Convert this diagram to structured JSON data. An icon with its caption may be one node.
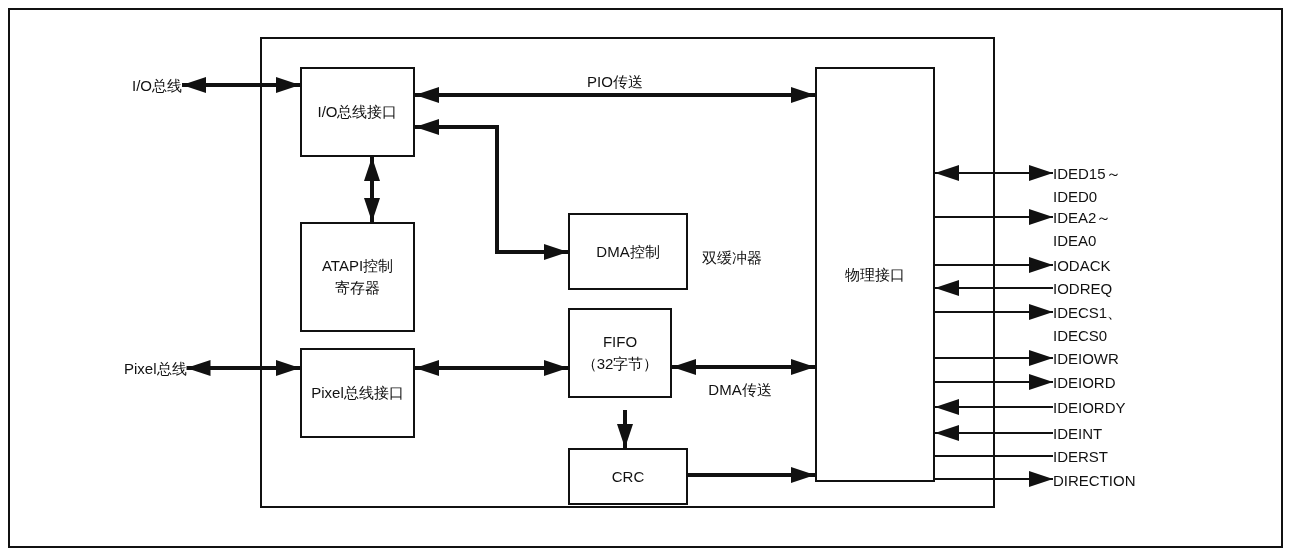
{
  "diagram": {
    "nodes": [
      {
        "text": [],
        "shape": "box"
      },
      {
        "text": [
          "I/O总线接口"
        ],
        "in": 0
      },
      {
        "text": [
          "物理接口"
        ],
        "in": 0
      },
      {
        "text": [
          "ATAPI控制寄存器"
        ],
        "in": 0
      },
      {
        "text": [
          "DMA控制"
        ],
        "in": 0
      },
      {
        "text": [
          "FIFO （32字节）"
        ],
        "in": 0
      },
      {
        "text": [
          "Pixel总线接口"
        ],
        "in": 0
      },
      {
        "text": [
          "CRC"
        ],
        "in": 0
      },
      {
        "text": [
          "I/O总线"
        ]
      },
      {
        "text": [
          "Pixel总线"
        ]
      },
      {
        "text": [
          "IDED15～ IDED0"
        ]
      },
      {
        "text": [
          "IDEA2～ IDEA0"
        ]
      },
      {
        "text": [
          "IODACK"
        ]
      },
      {
        "text": [
          "IODREQ"
        ]
      },
      {
        "text": [
          "IDECS1、 IDECS0"
        ]
      },
      {
        "text": [
          "IDEIOWR"
        ]
      },
      {
        "text": [
          "IDEIORD"
        ]
      },
      {
        "text": [
          "IDEIORDY"
        ]
      },
      {
        "text": [
          "IDEINT"
        ]
      },
      {
        "text": [
          "IDERST"
        ]
      },
      {
        "text": [
          "DIRECTION"
        ]
      }
    ],
    "edges": [
      {
        "from": 8,
        "to": 1,
        "arrow": "both",
        "style": "thick"
      },
      {
        "from": 9,
        "to": 6,
        "arrow": "both",
        "style": "thick"
      },
      {
        "from": 1,
        "to": 2,
        "arrow": "both",
        "label": "PIO传送",
        "style": "thick"
      },
      {
        "from": 1,
        "to": 3,
        "arrow": "both",
        "style": "thick"
      },
      {
        "from": 1,
        "to": 4,
        "arrow": "both",
        "style": "thick"
      },
      {
        "from": 6,
        "to": 5,
        "arrow": "both",
        "style": "thick"
      },
      {
        "from": 5,
        "to": 2,
        "arrow": "both",
        "label": "DMA传送",
        "style": "thick"
      },
      {
        "from": 5,
        "to": 7,
        "arrow": "to",
        "style": "thick"
      },
      {
        "from": 7,
        "to": 2,
        "arrow": "to",
        "style": "thick"
      },
      {
        "from": 2,
        "to": 10,
        "arrow": "both"
      },
      {
        "from": 2,
        "to": 11,
        "arrow": "to"
      },
      {
        "from": 2,
        "to": 12,
        "arrow": "to"
      },
      {
        "from": 13,
        "to": 2,
        "arrow": "to"
      },
      {
        "from": 2,
        "to": 14,
        "arrow": "to"
      },
      {
        "from": 2,
        "to": 15,
        "arrow": "to"
      },
      {
        "from": 2,
        "to": 16,
        "arrow": "to"
      },
      {
        "from": 17,
        "to": 2,
        "arrow": "to"
      },
      {
        "from": 18,
        "to": 2,
        "arrow": "to"
      },
      {
        "from": 2,
        "to": 19,
        "arrow": "none"
      },
      {
        "from": 2,
        "to": 20,
        "arrow": "to"
      }
    ],
    "labels": [
      "双缓冲器"
    ]
  }
}
